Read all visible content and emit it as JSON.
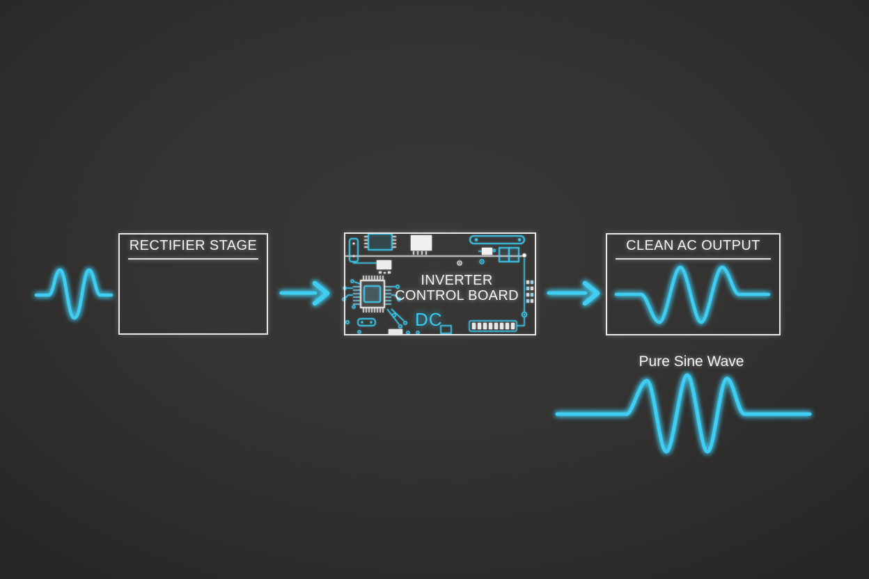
{
  "colors": {
    "accent_cyan": "#3ac9ef",
    "box_border_white": "#e9e9e9",
    "text_white": "#f4f4f4",
    "background_center": "#3a3836",
    "background_edge": "#252423"
  },
  "rectifier_box": {
    "title": "RECTIFIER STAGE"
  },
  "inverter_board": {
    "title_line1": "INVERTER",
    "title_line2": "CONTROL BOARD",
    "dc_label": "DC"
  },
  "output_box": {
    "title": "CLEAN AC OUTPUT"
  },
  "pure_sine": {
    "label": "Pure Sine Wave"
  },
  "icons": {
    "arrow_1": "right-arrow",
    "arrow_2": "right-arrow"
  }
}
